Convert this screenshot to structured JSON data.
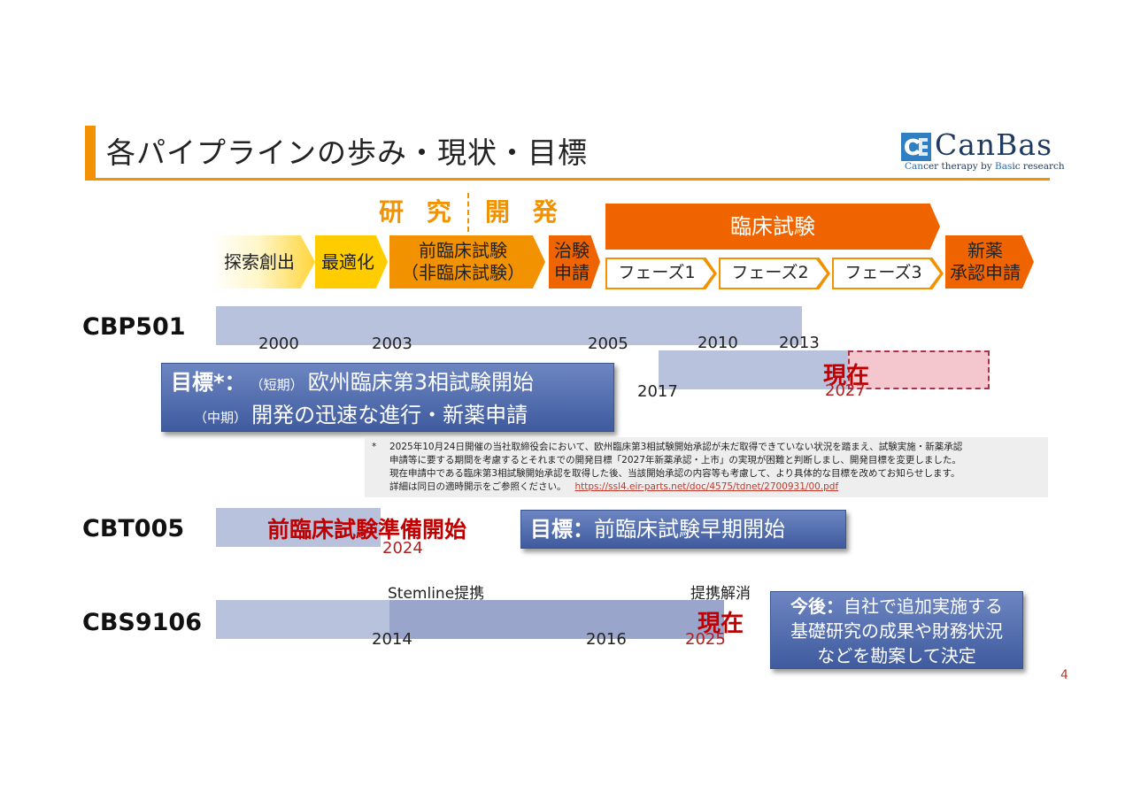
{
  "header": {
    "title": "各パイプラインの歩み・現状・目標",
    "logo_name": "CanBas",
    "logo_tag_1": "Can",
    "logo_tag_2": "cer therapy by ",
    "logo_tag_3": "Bas",
    "logo_tag_4": "ic research"
  },
  "phases_header": {
    "research": "研 究",
    "development": "開 発"
  },
  "stages": {
    "explore": "探索創出",
    "optimize": "最適化",
    "preclinical_1": "前臨床試験",
    "preclinical_2": "（非臨床試験）",
    "ctn_1": "治験",
    "ctn_2": "申請",
    "clinical": "臨床試験",
    "phase1": "フェーズ1",
    "phase2": "フェーズ2",
    "phase3": "フェーズ3",
    "nda_1": "新薬",
    "nda_2": "承認申請"
  },
  "pipelines": {
    "cbp501": {
      "name": "CBP501",
      "years": [
        "2000",
        "2003",
        "2005",
        "2010",
        "2013",
        "2017"
      ],
      "now_label": "現在",
      "target_year": "2027",
      "goal_label": "目標*：",
      "goal_short_tag": "（短期）",
      "goal_short": "欧州臨床第3相試験開始",
      "goal_mid_tag": "（中期）",
      "goal_mid": "開発の迅速な進行・新薬申請"
    },
    "cbt005": {
      "name": "CBT005",
      "status": "前臨床試験準備開始",
      "year": "2024",
      "goal_label": "目標：",
      "goal": "前臨床試験早期開始"
    },
    "cbs9106": {
      "name": "CBS9106",
      "partner_event": "Stemline提携",
      "end_event": "提携解消",
      "years": [
        "2014",
        "2016"
      ],
      "now_year": "2025",
      "now_label": "現在",
      "future_label": "今後：",
      "future_1": "自社で追加実施する",
      "future_2": "基礎研究の成果や財務状況",
      "future_3": "などを勘案して決定"
    }
  },
  "note": {
    "star": "*",
    "line1": "2025年10月24日開催の当社取締役会において、欧州臨床第3相試験開始承認が未だ取得できていない状況を踏まえ、試験実施・新薬承認",
    "line2": "申請等に要する期間を考慮するとそれまでの開発目標「2027年新薬承認・上市」の実現が困難と判断しまし、開発目標を変更しました。",
    "line3": "現在申請中である臨床第3相試験開始承認を取得した後、当該開始承認の内容等も考慮して、より具体的な目標を改めてお知らせします。",
    "line4": "詳細は同日の適時開示をご参照ください。",
    "link": "https://ssl4.eir-parts.net/doc/4575/tdnet/2700931/00.pdf"
  },
  "page_number": "4",
  "colors": {
    "accent_orange": "#f39200",
    "deep_orange": "#f06400",
    "bar_blue": "#b9c2dd",
    "target_blue": "#4a66a8",
    "now_red": "#c00000"
  }
}
